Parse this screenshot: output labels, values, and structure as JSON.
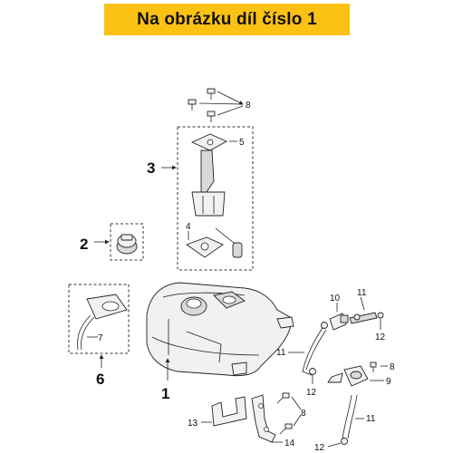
{
  "banner": {
    "text": "Na obrázku díl číslo 1"
  },
  "callouts": {
    "c1": "1",
    "c2": "2",
    "c3": "3",
    "c4": "4",
    "c5": "5",
    "c6": "6",
    "c7": "7",
    "c8a": "8",
    "c8b": "8",
    "c8c": "8",
    "c9": "9",
    "c10": "10",
    "c11a": "11",
    "c11b": "11",
    "c11c": "11",
    "c12a": "12",
    "c12b": "12",
    "c12c": "12",
    "c13": "13",
    "c14": "14"
  },
  "colors": {
    "banner": "#fbc213",
    "line": "#222222"
  }
}
